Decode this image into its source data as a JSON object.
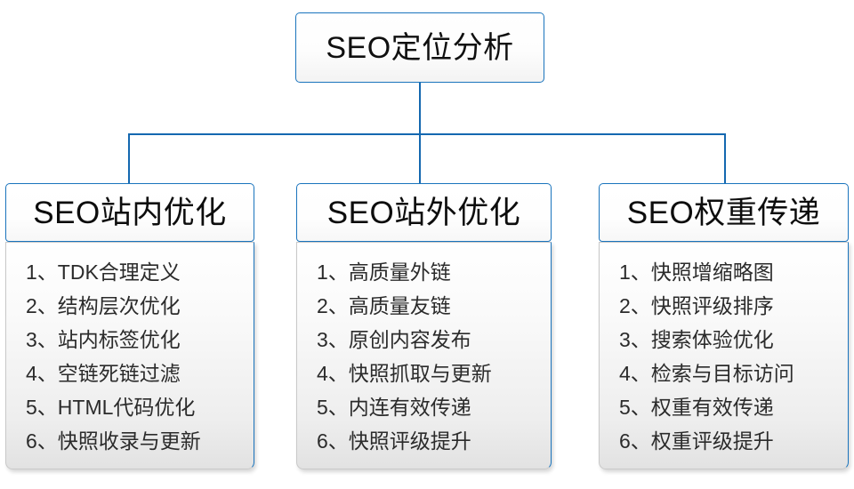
{
  "diagram": {
    "type": "tree-hierarchy",
    "accent_color": "#1a74bd",
    "text_color": "#101010",
    "root": {
      "label": "SEO定位分析"
    },
    "columns": [
      {
        "id": "col1",
        "header": "SEO站内优化",
        "items": [
          "1、TDK合理定义",
          "2、结构层次优化",
          "3、站内标签优化",
          "4、空链死链过滤",
          "5、HTML代码优化",
          "6、快照收录与更新"
        ]
      },
      {
        "id": "col2",
        "header": "SEO站外优化",
        "items": [
          "1、高质量外链",
          "2、高质量友链",
          "3、原创内容发布",
          "4、快照抓取与更新",
          "5、内连有效传递",
          "6、快照评级提升"
        ]
      },
      {
        "id": "col3",
        "header": "SEO权重传递",
        "items": [
          "1、快照增缩略图",
          "2、快照评级排序",
          "3、搜索体验优化",
          "4、检索与目标访问",
          "5、权重有效传递",
          "6、权重评级提升"
        ]
      }
    ]
  }
}
